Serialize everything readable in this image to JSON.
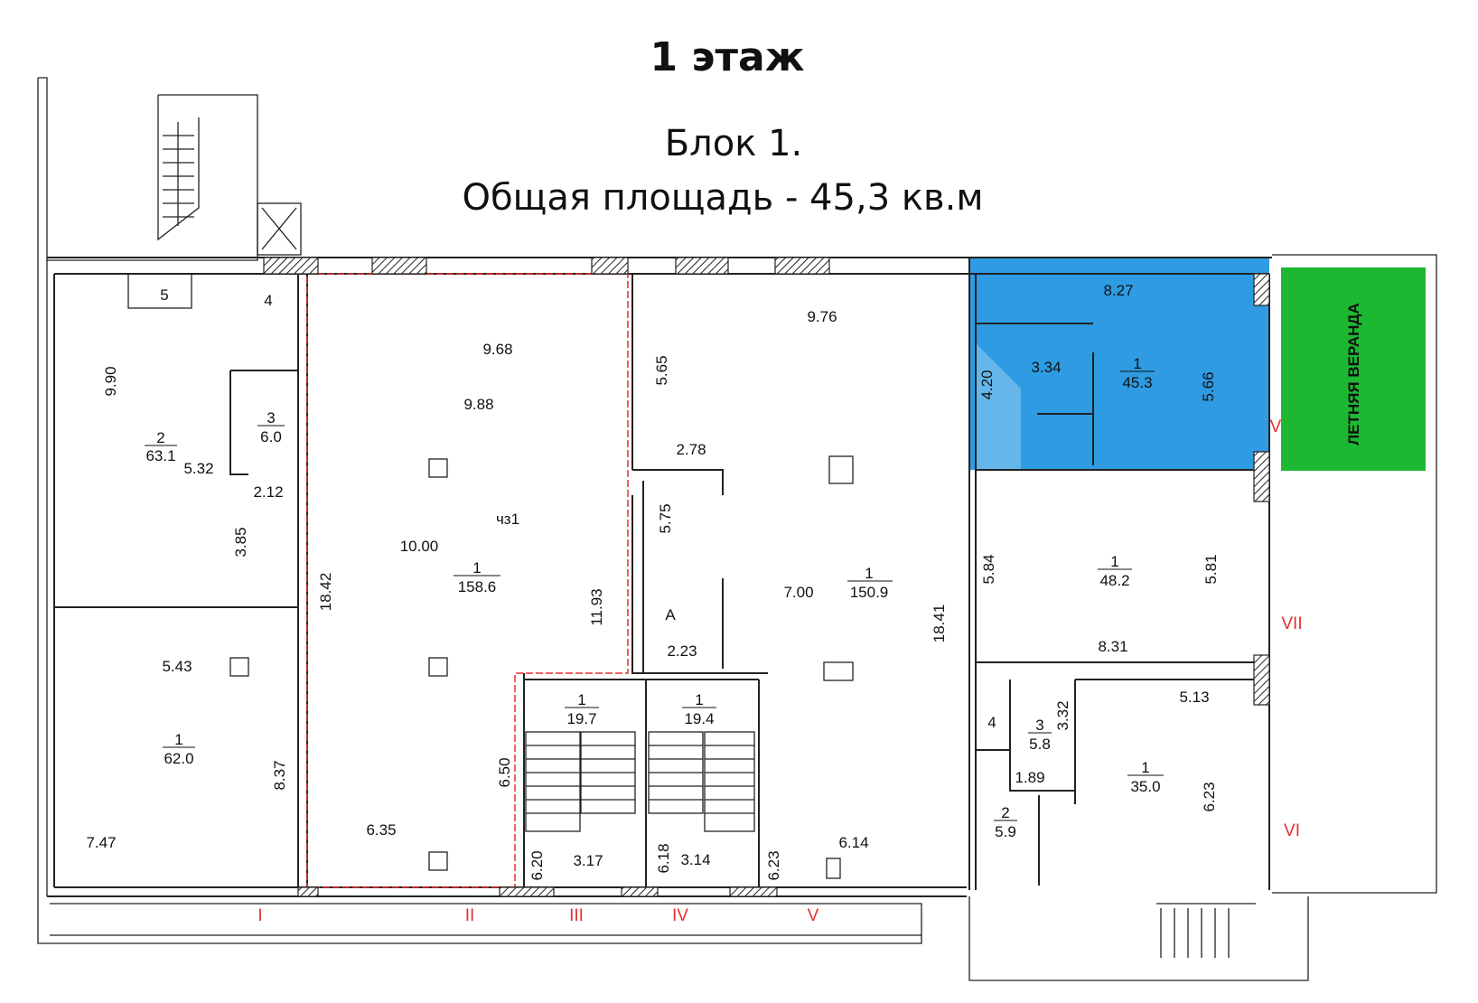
{
  "header": {
    "title": "1 этаж",
    "block": "Блок 1.",
    "total_area": "Общая площадь - 45,3 кв.м"
  },
  "colors": {
    "highlight": "#2f9be2",
    "veranda": "#1db832",
    "axis": "#e53030"
  },
  "veranda": {
    "label": "ЛЕТНЯЯ ВЕРАНДА"
  },
  "rooms": [
    {
      "num": "2",
      "area": "63.1"
    },
    {
      "num": "3",
      "area": "6.0"
    },
    {
      "num": "5",
      "area": ""
    },
    {
      "num": "4",
      "area": ""
    },
    {
      "num": "1",
      "area": "62.0"
    },
    {
      "num": "1",
      "area": "158.6"
    },
    {
      "num": "1",
      "area": "150.9"
    },
    {
      "num": "1",
      "area": "19.7"
    },
    {
      "num": "1",
      "area": "19.4"
    },
    {
      "num": "1",
      "area": "45.3"
    },
    {
      "num": "1",
      "area": "48.2"
    },
    {
      "num": "3",
      "area": "5.8"
    },
    {
      "num": "4",
      "area": ""
    },
    {
      "num": "2",
      "area": "5.9"
    },
    {
      "num": "1",
      "area": "35.0"
    }
  ],
  "marks": {
    "a": "А",
    "ch": "чз1"
  },
  "dims": [
    "9.90",
    "5.32",
    "2.12",
    "3.85",
    "5.43",
    "8.37",
    "7.47",
    "18.42",
    "9.68",
    "9.88",
    "10.00",
    "11.93",
    "6.50",
    "6.35",
    "5.65",
    "2.78",
    "5.75",
    "2.23",
    "9.76",
    "7.00",
    "18.41",
    "6.14",
    "6.20",
    "3.17",
    "6.18",
    "3.14",
    "6.23",
    "8.27",
    "3.34",
    "4.20",
    "5.66",
    "5.84",
    "5.81",
    "8.31",
    "5.13",
    "3.32",
    "1.89",
    "6.23"
  ],
  "axes": [
    "I",
    "II",
    "III",
    "IV",
    "V",
    "VI",
    "VII",
    "V"
  ]
}
